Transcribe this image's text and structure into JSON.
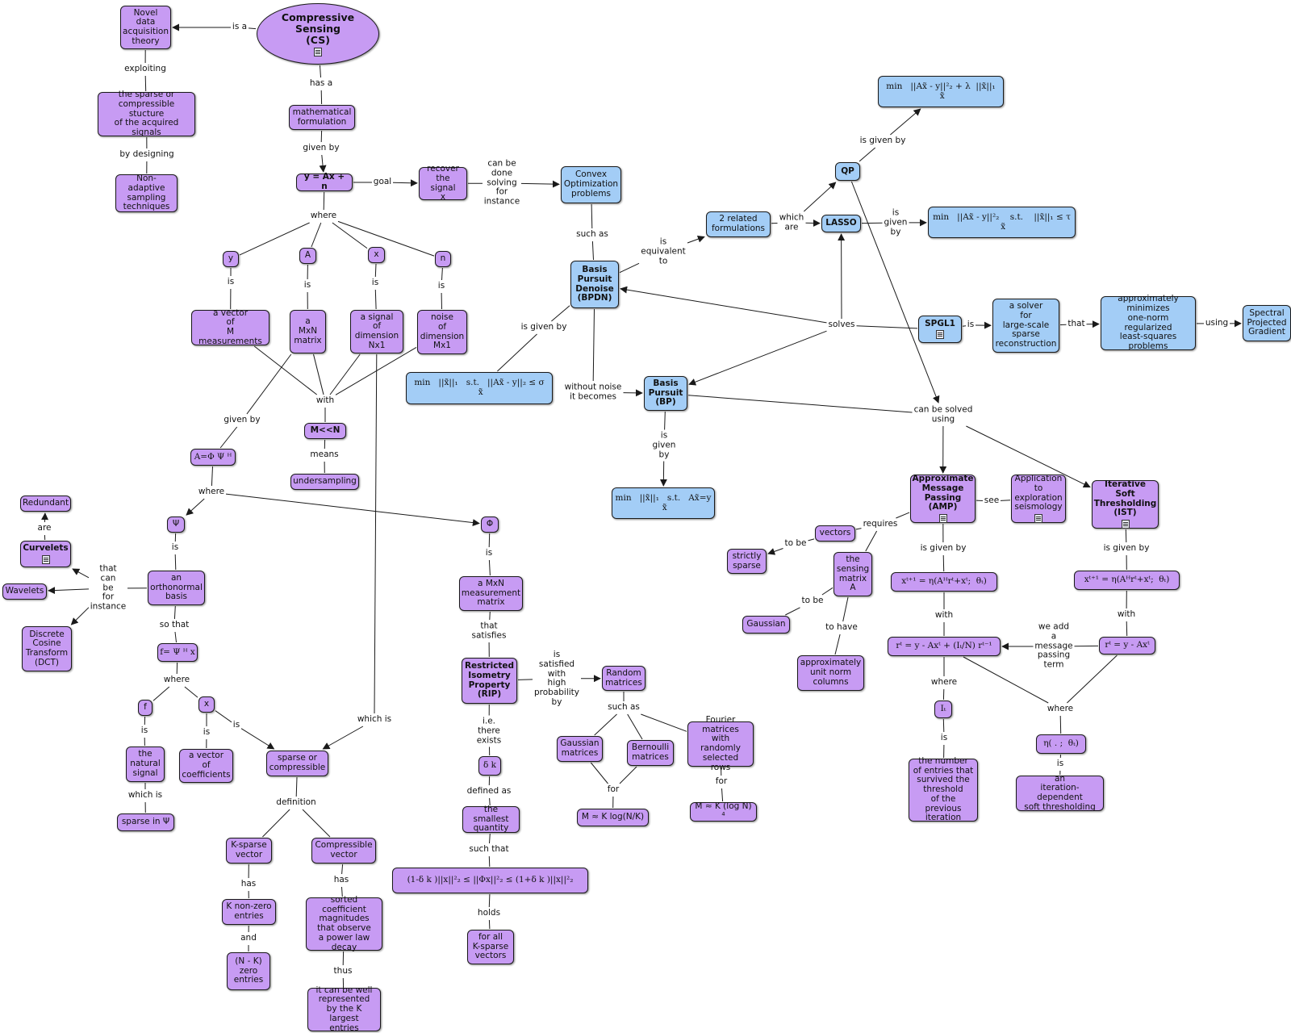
{
  "colors": {
    "purple_node": "#c79bf3",
    "blue_node": "#a3cdf6",
    "line": "#1a1a1a"
  },
  "nodes": [
    {
      "id": "cs",
      "text": "Compressive Sensing\n(CS)",
      "style": "oval",
      "doc": true
    },
    {
      "id": "novel",
      "text": "Novel\ndata\nacquisition\ntheory"
    },
    {
      "id": "sparse_struct",
      "text": "the sparse or\ncompressible stucture\nof the acquired\nsignals"
    },
    {
      "id": "nonadaptive",
      "text": "Non-adaptive\nsampling\ntechniques"
    },
    {
      "id": "mathform",
      "text": "mathematical\nformulation"
    },
    {
      "id": "yaxn",
      "text": "y = Ax + n",
      "bold": true
    },
    {
      "id": "recover",
      "text": "recover\nthe signal\nx"
    },
    {
      "id": "convex",
      "text": "Convex\nOptimization\nproblems",
      "color": "blue"
    },
    {
      "id": "y",
      "text": "y"
    },
    {
      "id": "A",
      "text": "A"
    },
    {
      "id": "x",
      "text": "x"
    },
    {
      "id": "n",
      "text": "n"
    },
    {
      "id": "y_desc",
      "text": "a vector\nof\nM measurements"
    },
    {
      "id": "A_desc",
      "text": "a\nMxN\nmatrix"
    },
    {
      "id": "x_desc",
      "text": "a signal\nof\ndimension\nNx1"
    },
    {
      "id": "n_desc",
      "text": "noise\nof\ndimension\nMx1"
    },
    {
      "id": "MllN",
      "text": "M<<N",
      "bold": true
    },
    {
      "id": "undersampling",
      "text": "undersampling"
    },
    {
      "id": "A_phi",
      "text": "A=Φ Ψ ᴴ",
      "formula": true
    },
    {
      "id": "psi",
      "text": "Ψ"
    },
    {
      "id": "phi",
      "text": "Φ"
    },
    {
      "id": "redundant",
      "text": "Redundant"
    },
    {
      "id": "curvelets",
      "text": "Curvelets",
      "bold": true,
      "doc": true
    },
    {
      "id": "wavelets",
      "text": "Wavelets"
    },
    {
      "id": "dct",
      "text": "Discrete\nCosine\nTransform\n(DCT)"
    },
    {
      "id": "orthonormal",
      "text": "an\northonormal\nbasis"
    },
    {
      "id": "f_eq",
      "text": "f= Ψ ᴴ x",
      "formula": true
    },
    {
      "id": "f",
      "text": "f"
    },
    {
      "id": "x2",
      "text": "x"
    },
    {
      "id": "natural",
      "text": "the\nnatural\nsignal"
    },
    {
      "id": "vec_coef",
      "text": "a vector\nof\ncoefficients"
    },
    {
      "id": "sparse_psi",
      "text": "sparse in  Ψ"
    },
    {
      "id": "sparse_comp",
      "text": "sparse or\ncompressible"
    },
    {
      "id": "ksparse",
      "text": "K-sparse\nvector"
    },
    {
      "id": "compressible",
      "text": "Compressible\nvector"
    },
    {
      "id": "knonzero",
      "text": "K non-zero\nentries"
    },
    {
      "id": "nkzero",
      "text": "(N - K)\nzero\nentries"
    },
    {
      "id": "sorted",
      "text": "sorted coefficient\nmagnitudes\nthat observe\na power law\ndecay"
    },
    {
      "id": "well_rep",
      "text": "it can be well\nrepresented\nby the K largest\nentries"
    },
    {
      "id": "mxn_meas",
      "text": "a MxN\nmeasurement\nmatrix"
    },
    {
      "id": "rip",
      "text": "Restricted\nIsometry\nProperty\n(RIP)",
      "bold": true
    },
    {
      "id": "delta_k",
      "text": "δ k",
      "formula": true
    },
    {
      "id": "smallest",
      "text": "the smallest\nquantity"
    },
    {
      "id": "rip_ineq",
      "text": "(1-δ k )||x||²₂ ≤ ||Φx||²₂ ≤ (1+δ k )||x||²₂",
      "formula": true
    },
    {
      "id": "forall_k",
      "text": "for all\nK-sparse\nvectors"
    },
    {
      "id": "random",
      "text": "Random\nmatrices"
    },
    {
      "id": "gaussian_m",
      "text": "Gaussian\nmatrices"
    },
    {
      "id": "bernoulli",
      "text": "Bernoulli\nmatrices"
    },
    {
      "id": "fourier",
      "text": "Fourier\nmatrices\nwith randomly\nselected rows"
    },
    {
      "id": "m_klog",
      "text": "M ≈ K log(N/K)"
    },
    {
      "id": "m_klog4",
      "text": "M ≈ K (log N) ⁴"
    },
    {
      "id": "bpdn",
      "text": "Basis\nPursuit\nDenoise\n(BPDN)",
      "bold": true,
      "color": "blue"
    },
    {
      "id": "bpdn_eq",
      "text": "min   ||x̃||₁   s.t.   ||Ax̃ - y||₂ ≤ σ\n x̃",
      "formula": true,
      "color": "blue"
    },
    {
      "id": "bp",
      "text": "Basis\nPursuit\n(BP)",
      "bold": true,
      "color": "blue"
    },
    {
      "id": "bp_eq",
      "text": "min   ||x̃||₁   s.t.   Ax̃=y\n x̃",
      "formula": true,
      "color": "blue"
    },
    {
      "id": "two_rel",
      "text": "2 related\nformulations",
      "color": "blue"
    },
    {
      "id": "qp",
      "text": "QP",
      "bold": true,
      "color": "blue"
    },
    {
      "id": "lasso",
      "text": "LASSO",
      "bold": true,
      "color": "blue"
    },
    {
      "id": "qp_eq",
      "text": "min   ||Ax̃ - y||²₂ + λ  ||x̃||₁\n x̃",
      "formula": true,
      "color": "blue"
    },
    {
      "id": "lasso_eq",
      "text": "min   ||Ax̃ - y||²₂    s.t.    ||x̃||₁ ≤ τ\n x̃",
      "formula": true,
      "color": "blue"
    },
    {
      "id": "spgl1",
      "text": "SPGL1",
      "bold": true,
      "color": "blue",
      "doc": true
    },
    {
      "id": "solver",
      "text": "a solver\nfor\nlarge-scale\nsparse\nreconstruction",
      "color": "blue"
    },
    {
      "id": "approx_min",
      "text": "approximately\nminimizes\none-norm regularized\nleast-squares\nproblems",
      "color": "blue"
    },
    {
      "id": "spg",
      "text": "Spectral\nProjected\nGradient",
      "color": "blue"
    },
    {
      "id": "amp",
      "text": "Approximate\nMessage\nPassing\n(AMP)",
      "bold": true,
      "doc": true
    },
    {
      "id": "application",
      "text": "Application\nto\nexploration\nseismology",
      "doc": true
    },
    {
      "id": "ist",
      "text": "Iterative\nSoft\nThresholding\n(IST)",
      "bold": true,
      "doc": true
    },
    {
      "id": "vectors",
      "text": "vectors"
    },
    {
      "id": "strictly",
      "text": "strictly\nsparse"
    },
    {
      "id": "sensing_A",
      "text": "the\nsensing\nmatrix\nA"
    },
    {
      "id": "gaussian",
      "text": "Gaussian"
    },
    {
      "id": "unit_norm",
      "text": "approximately\nunit norm\ncolumns"
    },
    {
      "id": "amp_x",
      "text": "xᵗ⁺¹ = η(Aᴴrᵗ+xᵗ;  θₜ)",
      "formula": true
    },
    {
      "id": "amp_r",
      "text": "rᵗ = y - Axᵗ + (Iₜ/N) rᵗ⁻¹",
      "formula": true
    },
    {
      "id": "ist_x",
      "text": "xᵗ⁺¹ = η(Aᴴrᵗ+xᵗ;  θₜ)",
      "formula": true
    },
    {
      "id": "ist_r",
      "text": "rᵗ = y - Axᵗ",
      "formula": true
    },
    {
      "id": "I_t",
      "text": "Iₜ",
      "formula": true
    },
    {
      "id": "eta",
      "text": "η( . ;  θₜ)",
      "formula": true
    },
    {
      "id": "num_entries",
      "text": "the number\nof entries that\nsurvived the\nthreshold\nof the previous\niteration"
    },
    {
      "id": "iter_soft",
      "text": "an\niteration-dependent\nsoft thresholding"
    }
  ],
  "labels": [
    {
      "id": "l_isa",
      "text": "is a"
    },
    {
      "id": "l_exploiting",
      "text": "exploiting"
    },
    {
      "id": "l_bydesigning",
      "text": "by designing"
    },
    {
      "id": "l_hasa",
      "text": "has a"
    },
    {
      "id": "l_givenby",
      "text": "given by"
    },
    {
      "id": "l_goal",
      "text": "goal"
    },
    {
      "id": "l_canbedone",
      "text": "can be\ndone\nsolving\nfor\ninstance"
    },
    {
      "id": "l_where1",
      "text": "where"
    },
    {
      "id": "l_is_y",
      "text": "is"
    },
    {
      "id": "l_is_A",
      "text": "is"
    },
    {
      "id": "l_is_x",
      "text": "is"
    },
    {
      "id": "l_is_n",
      "text": "is"
    },
    {
      "id": "l_with",
      "text": "with"
    },
    {
      "id": "l_means",
      "text": "means"
    },
    {
      "id": "l_givenby2",
      "text": "given by"
    },
    {
      "id": "l_where2",
      "text": "where"
    },
    {
      "id": "l_are",
      "text": "are"
    },
    {
      "id": "l_thatcanbe",
      "text": "that\ncan\nbe\nfor\ninstance"
    },
    {
      "id": "l_is_psi",
      "text": "is"
    },
    {
      "id": "l_sothat",
      "text": "so that"
    },
    {
      "id": "l_where3",
      "text": "where"
    },
    {
      "id": "l_is_f",
      "text": "is"
    },
    {
      "id": "l_is_x2",
      "text": "is"
    },
    {
      "id": "l_is_x2b",
      "text": "is"
    },
    {
      "id": "l_whichis",
      "text": "which is"
    },
    {
      "id": "l_whichis2",
      "text": "which is"
    },
    {
      "id": "l_definition",
      "text": "definition"
    },
    {
      "id": "l_has1",
      "text": "has"
    },
    {
      "id": "l_and",
      "text": "and"
    },
    {
      "id": "l_has2",
      "text": "has"
    },
    {
      "id": "l_thus",
      "text": "thus"
    },
    {
      "id": "l_is_phi",
      "text": "is"
    },
    {
      "id": "l_thatsatisfies",
      "text": "that\nsatisfies"
    },
    {
      "id": "l_ieexists",
      "text": "i.e.\nthere\nexists"
    },
    {
      "id": "l_definedas",
      "text": "defined as"
    },
    {
      "id": "l_suchthat",
      "text": "such that"
    },
    {
      "id": "l_holds",
      "text": "holds"
    },
    {
      "id": "l_issatisfied",
      "text": "is\nsatisfied\nwith\nhigh\nprobability\nby"
    },
    {
      "id": "l_suchas2",
      "text": "such as"
    },
    {
      "id": "l_for1",
      "text": "for"
    },
    {
      "id": "l_for2",
      "text": "for"
    },
    {
      "id": "l_suchas",
      "text": "such as"
    },
    {
      "id": "l_isequiv",
      "text": "is\nequivalent\nto"
    },
    {
      "id": "l_isgivenby_bpdn",
      "text": "is given by"
    },
    {
      "id": "l_withoutnoise",
      "text": "without noise\nit becomes"
    },
    {
      "id": "l_isgivenby_bp",
      "text": "is\ngiven\nby"
    },
    {
      "id": "l_whichare",
      "text": "which\nare"
    },
    {
      "id": "l_isgivenby_qp",
      "text": "is given by"
    },
    {
      "id": "l_isgivenby_lasso",
      "text": "is\ngiven\nby"
    },
    {
      "id": "l_solves",
      "text": "solves"
    },
    {
      "id": "l_is_spgl1",
      "text": "is"
    },
    {
      "id": "l_that",
      "text": "that"
    },
    {
      "id": "l_using",
      "text": "using"
    },
    {
      "id": "l_cansolved",
      "text": "can be solved\nusing"
    },
    {
      "id": "l_see",
      "text": "see"
    },
    {
      "id": "l_requires",
      "text": "requires"
    },
    {
      "id": "l_tobe1",
      "text": "to be"
    },
    {
      "id": "l_tobe2",
      "text": "to be"
    },
    {
      "id": "l_tohave",
      "text": "to have"
    },
    {
      "id": "l_isgivenby_amp",
      "text": "is given by"
    },
    {
      "id": "l_isgivenby_ist",
      "text": "is given by"
    },
    {
      "id": "l_with_amp",
      "text": "with"
    },
    {
      "id": "l_with_ist",
      "text": "with"
    },
    {
      "id": "l_weadd",
      "text": "we add\na\nmessage\npassing\nterm"
    },
    {
      "id": "l_where_amp",
      "text": "where"
    },
    {
      "id": "l_where_eta",
      "text": "where"
    },
    {
      "id": "l_is_It",
      "text": "is"
    },
    {
      "id": "l_is_eta",
      "text": "is"
    }
  ]
}
